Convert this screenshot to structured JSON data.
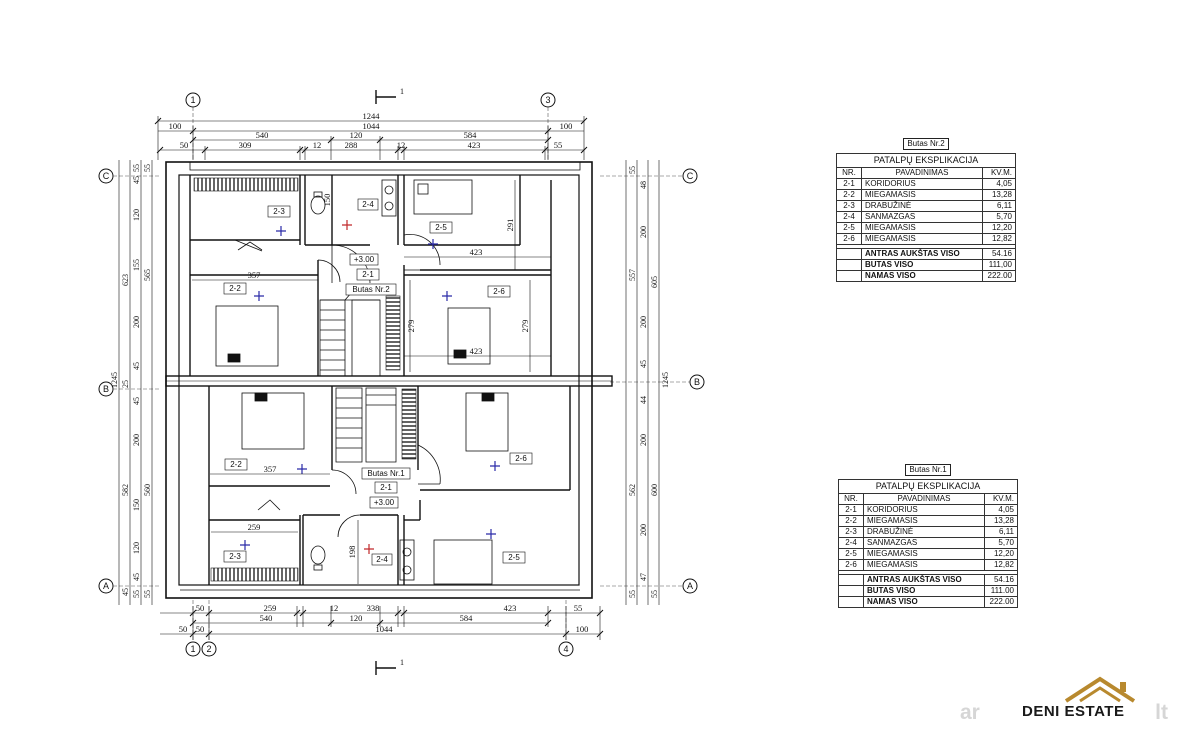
{
  "plan": {
    "section_mark": "1",
    "grid_cols": {
      "c1": "1",
      "c2": "2",
      "c3": "3",
      "c4": "4"
    },
    "grid_rows": {
      "a": "A",
      "b": "B",
      "c": "C"
    },
    "dims_top": {
      "overall": "1244",
      "side_l": "100",
      "inner": "1044",
      "side_r": "100",
      "r2a": "540",
      "r2b": "120",
      "r2c": "584",
      "r3a": "50",
      "r3b": "309",
      "r3c": "12",
      "r3d": "288",
      "r3e": "12",
      "r3f": "423",
      "r3g": "55"
    },
    "dims_bottom": {
      "r1a": "50",
      "r1b": "259",
      "r1c": "12",
      "r1d": "338",
      "r1e": "423",
      "r1f": "55",
      "r2a": "540",
      "r2b": "120",
      "r2c": "584",
      "r3a": "50",
      "r3b": "50",
      "r3c": "1044",
      "r3d": "100"
    },
    "dims_left": {
      "t1": "45",
      "t2": "55",
      "t3": "55",
      "u1": "120",
      "u2": "155",
      "u3": "200",
      "u4": "45",
      "v1": "623",
      "v2": "565",
      "bm": "25",
      "w1": "45",
      "w2": "200",
      "w3": "150",
      "w4": "120",
      "w5": "45",
      "x1": "582",
      "x2": "560",
      "b1": "45",
      "b2": "55",
      "b3": "55",
      "mid": "1245"
    },
    "dims_right": {
      "t1": "55",
      "t2": "48",
      "u1": "200",
      "u2": "200",
      "u3": "45",
      "v1": "557",
      "v2": "605",
      "m1": "44",
      "w1": "200",
      "w2": "200",
      "w3": "47",
      "x1": "562",
      "x2": "600",
      "b1": "55",
      "b2": "55",
      "mid": "1245"
    },
    "room_dims": {
      "d1": "357",
      "d2": "423",
      "d3": "291",
      "d4": "279",
      "d5": "279",
      "d6": "423",
      "d7": "357",
      "d8": "259",
      "d9": "198",
      "d10": "150"
    },
    "labels_upper": {
      "r23": "2-3",
      "r24": "2-4",
      "r25": "2-5",
      "r21": "2-1",
      "r22": "2-2",
      "r26": "2-6",
      "level": "+3.00",
      "apt": "Butas Nr.2"
    },
    "labels_lower": {
      "r22": "2-2",
      "r26": "2-6",
      "apt": "Butas Nr.1",
      "r21": "2-1",
      "level": "+3.00",
      "r23": "2-3",
      "r24": "2-4",
      "r25": "2-5"
    }
  },
  "tables": [
    {
      "caption": "Butas Nr.2",
      "title": "PATALPŲ EKSPLIKACIJA",
      "headers": [
        "NR.",
        "PAVADINIMAS",
        "KV.M."
      ],
      "rows": [
        [
          "2-1",
          "KORIDORIUS",
          "4,05"
        ],
        [
          "2-2",
          "MIEGAMASIS",
          "13,28"
        ],
        [
          "2-3",
          "DRABUŽINĖ",
          "6,11"
        ],
        [
          "2-4",
          "SANMAZGAS",
          "5,70"
        ],
        [
          "2-5",
          "MIEGAMASIS",
          "12,20"
        ],
        [
          "2-6",
          "MIEGAMASIS",
          "12,82"
        ]
      ],
      "totals": [
        [
          "ANTRAS AUKŠTAS VISO",
          "54.16"
        ],
        [
          "BUTAS VISO",
          "111,00"
        ],
        [
          "NAMAS VISO",
          "222.00"
        ]
      ]
    },
    {
      "caption": "Butas Nr.1",
      "title": "PATALPŲ EKSPLIKACIJA",
      "headers": [
        "NR.",
        "PAVADINIMAS",
        "KV.M."
      ],
      "rows": [
        [
          "2-1",
          "KORIDORIUS",
          "4,05"
        ],
        [
          "2-2",
          "MIEGAMASIS",
          "13,28"
        ],
        [
          "2-3",
          "DRABUŽINĖ",
          "6,11"
        ],
        [
          "2-4",
          "SANMAZGAS",
          "5,70"
        ],
        [
          "2-5",
          "MIEGAMASIS",
          "12,20"
        ],
        [
          "2-6",
          "MIEGAMASIS",
          "12,82"
        ]
      ],
      "totals": [
        [
          "ANTRAS AUKŠTAS VISO",
          "54.16"
        ],
        [
          "BUTAS VISO",
          "111.00"
        ],
        [
          "NAMAS VISO",
          "222.00"
        ]
      ]
    }
  ],
  "watermark": {
    "brand": "DENI ESTATE",
    "site_prefix": "ar",
    "site_suffix": "lt"
  },
  "colors": {
    "line": "#1a1a1a",
    "marker": "#2a2aa8",
    "marker_red": "#c0282a",
    "logo_gold": "#b8892e"
  }
}
